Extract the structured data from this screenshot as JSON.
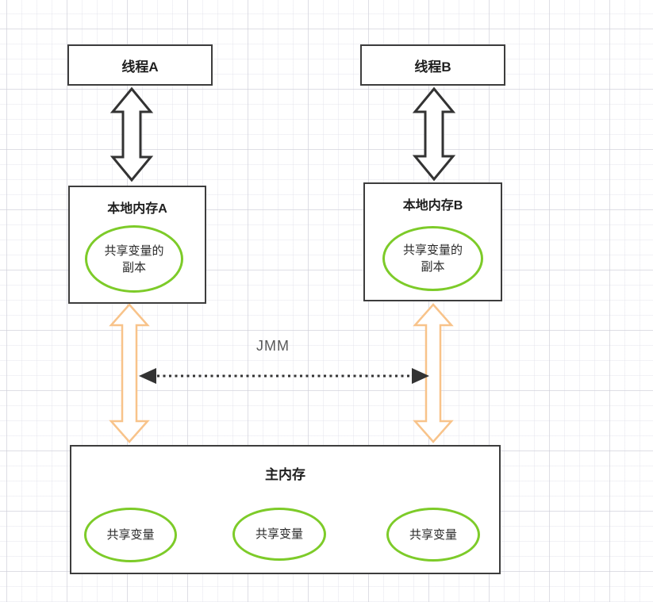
{
  "colors": {
    "box_border": "#3d3d3d",
    "ellipse_green": "#7dcb29",
    "arrow_orange": "#f8c38a",
    "arrow_black": "#333333",
    "jmm_text": "#595959",
    "text": "#1f1f1f"
  },
  "nodes": {
    "thread_a": {
      "label": "线程A"
    },
    "thread_b": {
      "label": "线程B"
    },
    "local_memory_a": {
      "title": "本地内存A",
      "copy_line1": "共享变量的",
      "copy_line2": "副本"
    },
    "local_memory_b": {
      "title": "本地内存B",
      "copy_line1": "共享变量的",
      "copy_line2": "副本"
    },
    "main_memory": {
      "title": "主内存",
      "shared_vars": [
        "共享变量",
        "共享变量",
        "共享变量"
      ]
    }
  },
  "labels": {
    "jmm": "JMM"
  },
  "connectors": {
    "thread_a_to_local_a": "double-headed-vertical-arrow-black",
    "thread_b_to_local_b": "double-headed-vertical-arrow-black",
    "local_a_to_main_memory": "double-headed-vertical-arrow-orange",
    "local_b_to_main_memory": "double-headed-vertical-arrow-orange",
    "jmm_link": "double-headed-dotted-horizontal-arrow"
  }
}
